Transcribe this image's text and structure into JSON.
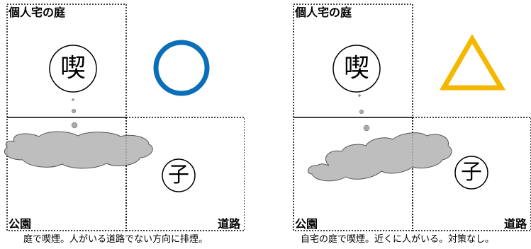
{
  "panels": [
    {
      "label_home": "個人宅の庭",
      "label_park": "公園",
      "label_road": "道路",
      "smoke_char": "喫",
      "child_char": "子",
      "mark": "circle",
      "mark_color": "#0a6fb8",
      "caption": "庭で喫煙。人がいる道路でない方向に排煙。"
    },
    {
      "label_home": "個人宅の庭",
      "label_park": "公園",
      "label_road": "道路",
      "smoke_char": "喫",
      "child_char": "子",
      "mark": "triangle",
      "mark_color": "#f5b800",
      "caption": "自宅の庭で喫煙。近くに人がいる。対策なし。"
    }
  ],
  "colors": {
    "smoke_cloud": "#b3b3b3",
    "dots": "#999999"
  }
}
